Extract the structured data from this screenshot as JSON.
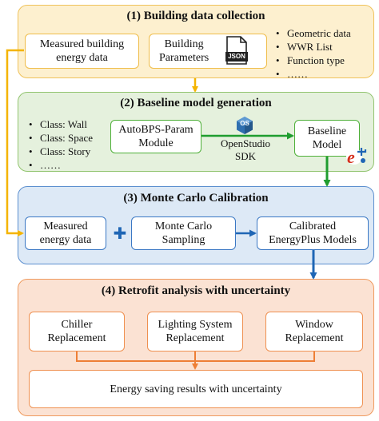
{
  "stage1": {
    "title": "(1) Building data collection",
    "measured": "Measured building\nenergy data",
    "params": "Building\nParameters",
    "json_badge": "JSON",
    "list": [
      "Geometric data",
      "WWR List",
      "Function type",
      "……"
    ]
  },
  "stage2": {
    "title": "(2) Baseline model generation",
    "list": [
      "Class: Wall",
      "Class: Space",
      "Class: Story",
      "……"
    ],
    "autobps": "AutoBPS-Param\nModule",
    "os_label": "OpenStudio\nSDK",
    "os_icon": "OS",
    "baseline": "Baseline\nModel"
  },
  "stage3": {
    "title": "(3) Monte Carlo Calibration",
    "measured": "Measured\nenergy data",
    "plus": "✚",
    "mc": "Monte Carlo\nSampling",
    "calibrated": "Calibrated\nEnergyPlus Models"
  },
  "stage4": {
    "title": "(4) Retrofit analysis with uncertainty",
    "chiller": "Chiller\nReplacement",
    "lighting": "Lighting System\nReplacement",
    "window": "Window\nReplacement",
    "result": "Energy saving results with uncertainty"
  },
  "colors": {
    "yellow": "#efbd4a",
    "green": "#4fb03a",
    "blue": "#3b78c4",
    "orange": "#ef9050"
  }
}
